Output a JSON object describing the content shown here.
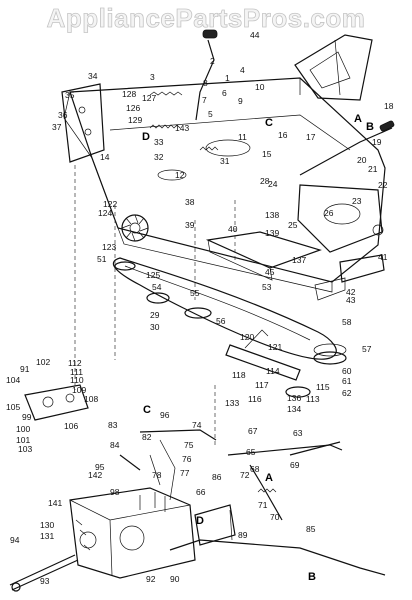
{
  "watermark": "AppliancePartsPros.com",
  "callouts": [
    {
      "id": "c1",
      "text": "1"
    },
    {
      "id": "c2",
      "text": "2"
    },
    {
      "id": "c3",
      "text": "3"
    },
    {
      "id": "c4",
      "text": "4"
    },
    {
      "id": "c5",
      "text": "5"
    },
    {
      "id": "c6",
      "text": "6"
    },
    {
      "id": "c7",
      "text": "7"
    },
    {
      "id": "c8",
      "text": "8"
    },
    {
      "id": "c9",
      "text": "9"
    },
    {
      "id": "c10",
      "text": "10"
    },
    {
      "id": "c11",
      "text": "11"
    },
    {
      "id": "c12",
      "text": "12"
    },
    {
      "id": "c14",
      "text": "14"
    },
    {
      "id": "c15",
      "text": "15"
    },
    {
      "id": "c16",
      "text": "16"
    },
    {
      "id": "c17",
      "text": "17"
    },
    {
      "id": "c18",
      "text": "18"
    },
    {
      "id": "c19",
      "text": "19"
    },
    {
      "id": "c20",
      "text": "20"
    },
    {
      "id": "c21",
      "text": "21"
    },
    {
      "id": "c22",
      "text": "22"
    },
    {
      "id": "c23",
      "text": "23"
    },
    {
      "id": "c24",
      "text": "24"
    },
    {
      "id": "c25",
      "text": "25"
    },
    {
      "id": "c26",
      "text": "26"
    },
    {
      "id": "c28",
      "text": "28"
    },
    {
      "id": "c29",
      "text": "29"
    },
    {
      "id": "c30",
      "text": "30"
    },
    {
      "id": "c31",
      "text": "31"
    },
    {
      "id": "c32",
      "text": "32"
    },
    {
      "id": "c33",
      "text": "33"
    },
    {
      "id": "c34",
      "text": "34"
    },
    {
      "id": "c35",
      "text": "35"
    },
    {
      "id": "c36",
      "text": "36"
    },
    {
      "id": "c37",
      "text": "37"
    },
    {
      "id": "c38",
      "text": "38"
    },
    {
      "id": "c39",
      "text": "39"
    },
    {
      "id": "c40",
      "text": "40"
    },
    {
      "id": "c41",
      "text": "41"
    },
    {
      "id": "c42",
      "text": "42"
    },
    {
      "id": "c43",
      "text": "43"
    },
    {
      "id": "c44",
      "text": "44"
    },
    {
      "id": "c45",
      "text": "45"
    },
    {
      "id": "c51",
      "text": "51"
    },
    {
      "id": "c53",
      "text": "53"
    },
    {
      "id": "c54",
      "text": "54"
    },
    {
      "id": "c55",
      "text": "55"
    },
    {
      "id": "c56",
      "text": "56"
    },
    {
      "id": "c57",
      "text": "57"
    },
    {
      "id": "c58",
      "text": "58"
    },
    {
      "id": "c60",
      "text": "60"
    },
    {
      "id": "c61",
      "text": "61"
    },
    {
      "id": "c62",
      "text": "62"
    },
    {
      "id": "c63",
      "text": "63"
    },
    {
      "id": "c65",
      "text": "65"
    },
    {
      "id": "c66",
      "text": "66"
    },
    {
      "id": "c67",
      "text": "67"
    },
    {
      "id": "c68",
      "text": "68"
    },
    {
      "id": "c69",
      "text": "69"
    },
    {
      "id": "c70",
      "text": "70"
    },
    {
      "id": "c71",
      "text": "71"
    },
    {
      "id": "c72",
      "text": "72"
    },
    {
      "id": "c74",
      "text": "74"
    },
    {
      "id": "c75",
      "text": "75"
    },
    {
      "id": "c76",
      "text": "76"
    },
    {
      "id": "c77",
      "text": "77"
    },
    {
      "id": "c78",
      "text": "78"
    },
    {
      "id": "c82",
      "text": "82"
    },
    {
      "id": "c83",
      "text": "83"
    },
    {
      "id": "c84",
      "text": "84"
    },
    {
      "id": "c85",
      "text": "85"
    },
    {
      "id": "c86",
      "text": "86"
    },
    {
      "id": "c89",
      "text": "89"
    },
    {
      "id": "c90",
      "text": "90"
    },
    {
      "id": "c91",
      "text": "91"
    },
    {
      "id": "c92",
      "text": "92"
    },
    {
      "id": "c93",
      "text": "93"
    },
    {
      "id": "c94",
      "text": "94"
    },
    {
      "id": "c95",
      "text": "95"
    },
    {
      "id": "c96",
      "text": "96"
    },
    {
      "id": "c98",
      "text": "98"
    },
    {
      "id": "c99",
      "text": "99"
    },
    {
      "id": "c100",
      "text": "100"
    },
    {
      "id": "c101",
      "text": "101"
    },
    {
      "id": "c102",
      "text": "102"
    },
    {
      "id": "c103",
      "text": "103"
    },
    {
      "id": "c104",
      "text": "104"
    },
    {
      "id": "c105",
      "text": "105"
    },
    {
      "id": "c106",
      "text": "106"
    },
    {
      "id": "c108",
      "text": "108"
    },
    {
      "id": "c109",
      "text": "109"
    },
    {
      "id": "c110",
      "text": "110"
    },
    {
      "id": "c111",
      "text": "111"
    },
    {
      "id": "c112",
      "text": "112"
    },
    {
      "id": "c113",
      "text": "113"
    },
    {
      "id": "c114",
      "text": "114"
    },
    {
      "id": "c115",
      "text": "115"
    },
    {
      "id": "c116",
      "text": "116"
    },
    {
      "id": "c117",
      "text": "117"
    },
    {
      "id": "c118",
      "text": "118"
    },
    {
      "id": "c120",
      "text": "120"
    },
    {
      "id": "c121",
      "text": "121"
    },
    {
      "id": "c122",
      "text": "122"
    },
    {
      "id": "c123",
      "text": "123"
    },
    {
      "id": "c124",
      "text": "124"
    },
    {
      "id": "c125",
      "text": "125"
    },
    {
      "id": "c126",
      "text": "126"
    },
    {
      "id": "c127",
      "text": "127"
    },
    {
      "id": "c128",
      "text": "128"
    },
    {
      "id": "c129",
      "text": "129"
    },
    {
      "id": "c130",
      "text": "130"
    },
    {
      "id": "c131",
      "text": "131"
    },
    {
      "id": "c133",
      "text": "133"
    },
    {
      "id": "c134",
      "text": "134"
    },
    {
      "id": "c136",
      "text": "136"
    },
    {
      "id": "c137",
      "text": "137"
    },
    {
      "id": "c138",
      "text": "138"
    },
    {
      "id": "c139",
      "text": "139"
    },
    {
      "id": "c141",
      "text": "141"
    },
    {
      "id": "c142",
      "text": "142"
    },
    {
      "id": "c143",
      "text": "143"
    }
  ],
  "references": [
    {
      "id": "refA1",
      "text": "A"
    },
    {
      "id": "refB1",
      "text": "B"
    },
    {
      "id": "refC1",
      "text": "C"
    },
    {
      "id": "refD1",
      "text": "D"
    },
    {
      "id": "refC2",
      "text": "C"
    },
    {
      "id": "refD2",
      "text": "D"
    },
    {
      "id": "refA2",
      "text": "A"
    },
    {
      "id": "refB2",
      "text": "B"
    }
  ]
}
